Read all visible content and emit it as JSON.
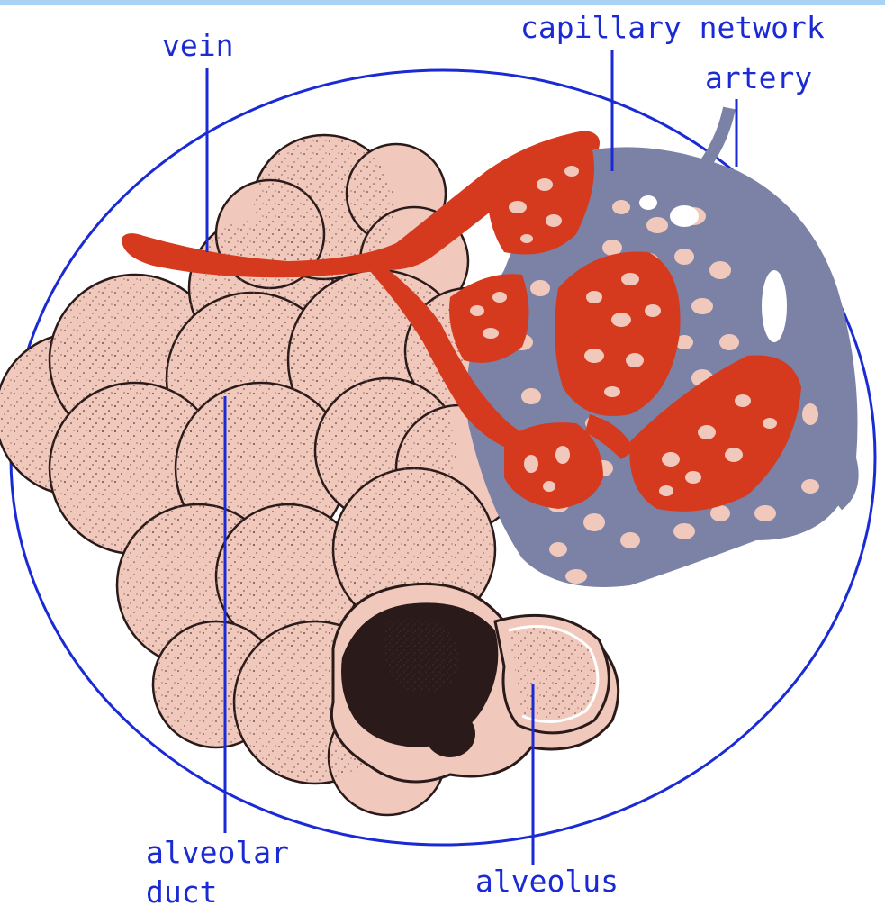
{
  "labels": {
    "vein": "vein",
    "capillary_network": "capillary network",
    "artery": "artery",
    "alveolar_duct_line1": "alveolar",
    "alveolar_duct_line2": "duct",
    "alveolus": "alveolus"
  },
  "colors": {
    "label_text": "#1a2ad4",
    "leader_line": "#1a2ad4",
    "border_circle": "#1a2ad4",
    "top_bar": "#a9d3f5",
    "alveoli_fill": "#f0c9bc",
    "vein_red": "#d63a1e",
    "capillary_blue": "#7b82a6",
    "dark_alveolus": "#2a1a1a"
  }
}
